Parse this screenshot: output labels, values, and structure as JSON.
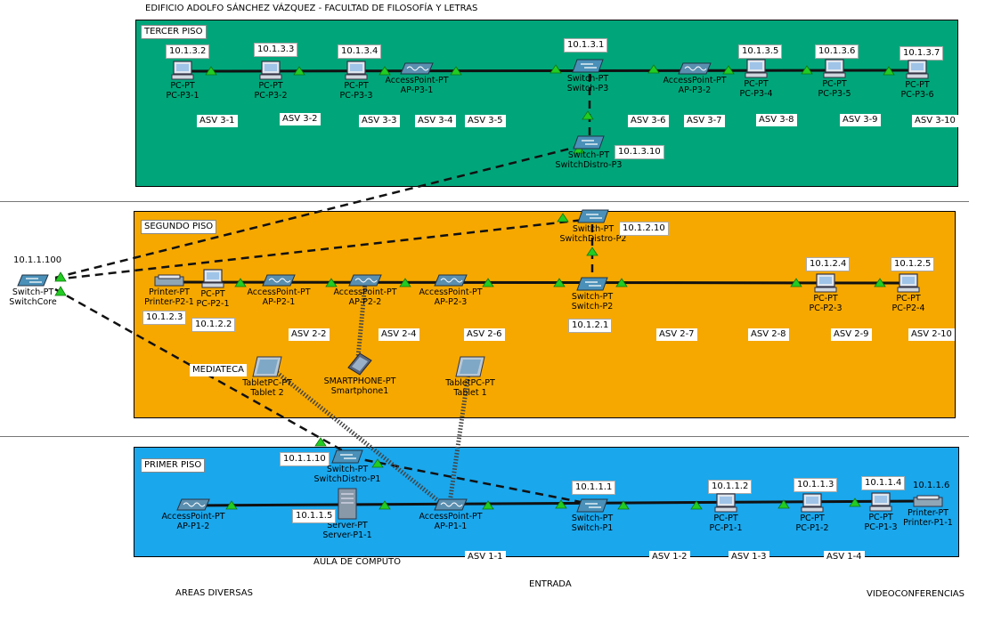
{
  "building_title": "EDIFICIO ADOLFO SÁNCHEZ VÁZQUEZ - FACULTAD DE FILOSOFÍA Y LETRAS",
  "colors": {
    "floor3": "#00a67a",
    "floor2": "#f6a800",
    "floor1": "#1aa7ec"
  },
  "floors": {
    "f3": {
      "label": "TERCER PISO"
    },
    "f2": {
      "label": "SEGUNDO PISO"
    },
    "f1": {
      "label": "PRIMER PISO"
    }
  },
  "core": {
    "ip": "10.1.1.100",
    "type": "Switch-PT",
    "name": "SwitchCore"
  },
  "f3_devices": [
    {
      "type": "PC-PT",
      "name": "PC-P3-1",
      "ip": "10.1.3.2",
      "icon": "pc-icon"
    },
    {
      "type": "PC-PT",
      "name": "PC-P3-2",
      "ip": "10.1.3.3",
      "icon": "pc-icon"
    },
    {
      "type": "PC-PT",
      "name": "PC-P3-3",
      "ip": "10.1.3.4",
      "icon": "pc-icon"
    },
    {
      "type": "AccessPoint-PT",
      "name": "AP-P3-1",
      "icon": "access-point-icon"
    },
    {
      "type": "Switch-PT",
      "name": "Switch-P3",
      "ip": "10.1.3.1",
      "icon": "switch-icon"
    },
    {
      "type": "AccessPoint-PT",
      "name": "AP-P3-2",
      "icon": "access-point-icon"
    },
    {
      "type": "PC-PT",
      "name": "PC-P3-4",
      "ip": "10.1.3.5",
      "icon": "pc-icon"
    },
    {
      "type": "PC-PT",
      "name": "PC-P3-5",
      "ip": "10.1.3.6",
      "icon": "pc-icon"
    },
    {
      "type": "PC-PT",
      "name": "PC-P3-6",
      "ip": "10.1.3.7",
      "icon": "pc-icon"
    },
    {
      "type": "Switch-PT",
      "name": "SwitchDistro-P3",
      "ip": "10.1.3.10",
      "icon": "switch-icon"
    }
  ],
  "f3_asv": [
    "ASV 3-1",
    "ASV 3-2",
    "ASV 3-3",
    "ASV 3-4",
    "ASV 3-5",
    "ASV 3-6",
    "ASV 3-7",
    "ASV 3-8",
    "ASV 3-9",
    "ASV 3-10"
  ],
  "f2_devices": [
    {
      "type": "Printer-PT",
      "name": "Printer-P2-1",
      "ip": "10.1.2.3",
      "icon": "printer-icon"
    },
    {
      "type": "PC-PT",
      "name": "PC-P2-1",
      "ip": "10.1.2.2",
      "icon": "pc-icon"
    },
    {
      "type": "AccessPoint-PT",
      "name": "AP-P2-1",
      "icon": "access-point-icon"
    },
    {
      "type": "AccessPoint-PT",
      "name": "AP-P2-2",
      "icon": "access-point-icon"
    },
    {
      "type": "AccessPoint-PT",
      "name": "AP-P2-3",
      "icon": "access-point-icon"
    },
    {
      "type": "Switch-PT",
      "name": "Switch-P2",
      "ip": "10.1.2.1",
      "icon": "switch-icon"
    },
    {
      "type": "Switch-PT",
      "name": "SwitchDistro-P2",
      "ip": "10.1.2.10",
      "icon": "switch-icon"
    },
    {
      "type": "PC-PT",
      "name": "PC-P2-3",
      "ip": "10.1.2.4",
      "icon": "pc-icon"
    },
    {
      "type": "PC-PT",
      "name": "PC-P2-4",
      "ip": "10.1.2.5",
      "icon": "pc-icon"
    },
    {
      "type": "TabletPC-PT",
      "name": "Tablet 2",
      "icon": "tablet-icon"
    },
    {
      "type": "SMARTPHONE-PT",
      "name": "Smartphone1",
      "icon": "smartphone-icon"
    },
    {
      "type": "TabletPC-PT",
      "name": "Tablet 1",
      "icon": "tablet-icon"
    }
  ],
  "f2_asv": [
    "ASV 2-2",
    "ASV 2-4",
    "ASV 2-6",
    "ASV 2-7",
    "ASV 2-8",
    "ASV 2-9",
    "ASV 2-10"
  ],
  "f2_mediateca": "MEDIATECA",
  "f1_devices": [
    {
      "type": "AccessPoint-PT",
      "name": "AP-P1-2",
      "icon": "access-point-icon"
    },
    {
      "type": "Switch-PT",
      "name": "SwitchDistro-P1",
      "ip": "10.1.1.10",
      "icon": "switch-icon"
    },
    {
      "type": "Server-PT",
      "name": "Server-P1-1",
      "ip": "10.1.1.5",
      "icon": "server-icon"
    },
    {
      "type": "AccessPoint-PT",
      "name": "AP-P1-1",
      "icon": "access-point-icon"
    },
    {
      "type": "Switch-PT",
      "name": "Switch-P1",
      "ip": "10.1.1.1",
      "icon": "switch-icon"
    },
    {
      "type": "PC-PT",
      "name": "PC-P1-1",
      "ip": "10.1.1.2",
      "icon": "pc-icon"
    },
    {
      "type": "PC-PT",
      "name": "PC-P1-2",
      "ip": "10.1.1.3",
      "icon": "pc-icon"
    },
    {
      "type": "PC-PT",
      "name": "PC-P1-3",
      "ip": "10.1.1.4",
      "icon": "pc-icon"
    },
    {
      "type": "Printer-PT",
      "name": "Printer-P1-1",
      "ip": "10.1.1.6",
      "icon": "printer-icon"
    }
  ],
  "f1_asv": [
    "ASV 1-1",
    "ASV 1-2",
    "ASV 1-3",
    "ASV 1-4"
  ],
  "f1_areas": {
    "computo": "AULA DE CÓMPUTO",
    "diversas": "AREAS DIVERSAS",
    "entrada": "ENTRADA",
    "video": "VIDEOCONFERENCIAS"
  }
}
